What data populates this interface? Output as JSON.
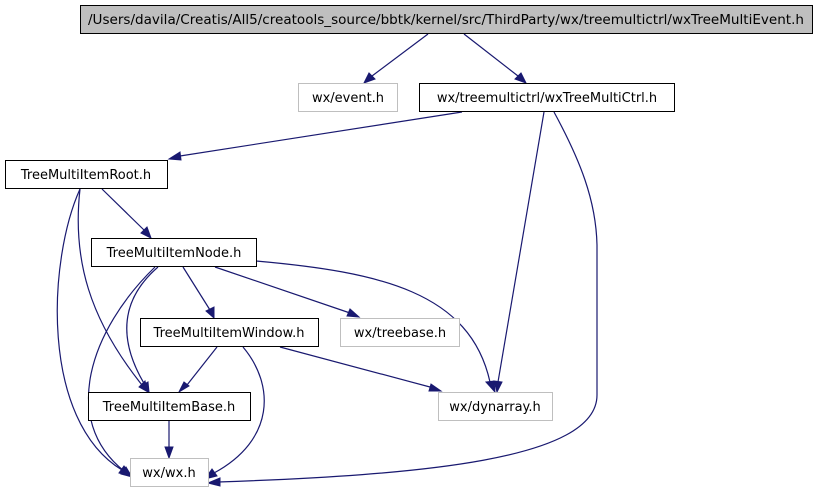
{
  "diagram": {
    "type": "include-dependency-graph",
    "colors": {
      "edge": "#191970",
      "root_fill": "#bfbfbf",
      "root_border": "#000000",
      "documented_border": "#000000",
      "undocumented_border": "#bfbfbf",
      "node_fill": "#ffffff"
    },
    "nodes": [
      {
        "id": "root",
        "label": "/Users/davila/Creatis/All5/creatools_source/bbtk/kernel/src/ThirdParty/wx/treemultictrl/wxTreeMultiEvent.h",
        "kind": "root"
      },
      {
        "id": "event",
        "label": "wx/event.h",
        "kind": "external"
      },
      {
        "id": "ctrl",
        "label": "wx/treemultictrl/wxTreeMultiCtrl.h",
        "kind": "documented"
      },
      {
        "id": "itemroot",
        "label": "TreeMultiItemRoot.h",
        "kind": "documented"
      },
      {
        "id": "itemnode",
        "label": "TreeMultiItemNode.h",
        "kind": "documented"
      },
      {
        "id": "itemwindow",
        "label": "TreeMultiItemWindow.h",
        "kind": "documented"
      },
      {
        "id": "treebase",
        "label": "wx/treebase.h",
        "kind": "external"
      },
      {
        "id": "itembase",
        "label": "TreeMultiItemBase.h",
        "kind": "documented"
      },
      {
        "id": "dynarray",
        "label": "wx/dynarray.h",
        "kind": "external"
      },
      {
        "id": "wx",
        "label": "wx/wx.h",
        "kind": "external"
      }
    ],
    "edges": [
      {
        "from": "root",
        "to": "event"
      },
      {
        "from": "root",
        "to": "ctrl"
      },
      {
        "from": "ctrl",
        "to": "itemroot"
      },
      {
        "from": "ctrl",
        "to": "dynarray"
      },
      {
        "from": "ctrl",
        "to": "wx"
      },
      {
        "from": "itemroot",
        "to": "itemnode"
      },
      {
        "from": "itemroot",
        "to": "itembase"
      },
      {
        "from": "itemroot",
        "to": "wx"
      },
      {
        "from": "itemnode",
        "to": "itemwindow"
      },
      {
        "from": "itemnode",
        "to": "treebase"
      },
      {
        "from": "itemnode",
        "to": "dynarray"
      },
      {
        "from": "itemnode",
        "to": "itembase"
      },
      {
        "from": "itemnode",
        "to": "wx"
      },
      {
        "from": "itemwindow",
        "to": "itembase"
      },
      {
        "from": "itemwindow",
        "to": "dynarray"
      },
      {
        "from": "itemwindow",
        "to": "wx"
      },
      {
        "from": "itembase",
        "to": "wx"
      }
    ]
  }
}
